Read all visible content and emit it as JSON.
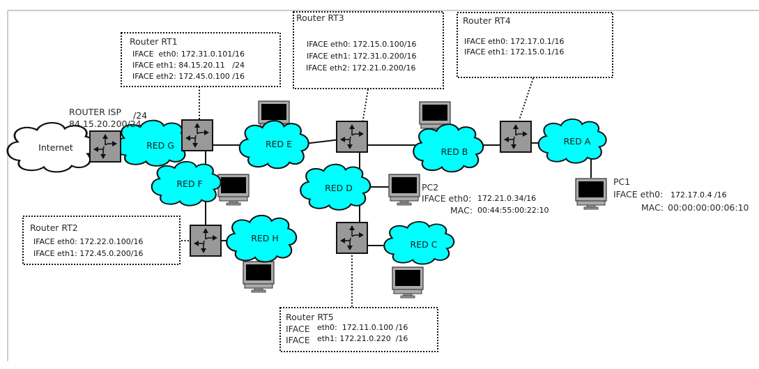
{
  "internet": {
    "label": "Internet"
  },
  "router_isp": {
    "title": "ROUTER ISP",
    "ip": "84.15.20.200/24",
    "mask_note": "/24"
  },
  "routers": [
    {
      "id": "rt1",
      "title": "Router RT1",
      "ifaces": [
        {
          "label": "IFACE  eth0: 172.31.0.101/16"
        },
        {
          "label": "IFACE eth1: 84.15.20.11   /24"
        },
        {
          "label": "IFACE eth2: 172.45.0.100 /16"
        }
      ]
    },
    {
      "id": "rt2",
      "title": "Router RT2",
      "ifaces": [
        {
          "label": "IFACE eth0: 172.22.0.100/16"
        },
        {
          "label": "IFACE eth1: 172.45.0.200/16"
        }
      ]
    },
    {
      "id": "rt3",
      "title": "Router RT3",
      "ifaces": [
        {
          "label": "IFACE eth0: 172.15.0.100/16"
        },
        {
          "label": "IFACE eth1: 172.31.0.200/16"
        },
        {
          "label": "IFACE eth2: 172.21.0.200/16"
        }
      ]
    },
    {
      "id": "rt4",
      "title": "Router RT4",
      "ifaces": [
        {
          "label": "IFACE eth0: 172.17.0.1/16"
        },
        {
          "label": "IFACE eth1: 172.15.0.1/16"
        }
      ]
    },
    {
      "id": "rt5",
      "title": "Router RT5",
      "ifaces": [
        {
          "prefix": "IFACE",
          "label": "eth0:  172.11.0.100 /16"
        },
        {
          "prefix": "IFACE",
          "label": "eth1: 172.21.0.220  /16"
        }
      ]
    }
  ],
  "networks": [
    {
      "id": "a",
      "label": "RED A"
    },
    {
      "id": "b",
      "label": "RED B"
    },
    {
      "id": "c",
      "label": "RED C"
    },
    {
      "id": "d",
      "label": "RED D"
    },
    {
      "id": "e",
      "label": "RED E"
    },
    {
      "id": "f",
      "label": "RED F"
    },
    {
      "id": "g",
      "label": "RED G"
    },
    {
      "id": "h",
      "label": "RED H"
    }
  ],
  "pcs": [
    {
      "id": "pc1",
      "name": "PC1",
      "iface_label": "IFACE eth0:",
      "ip": "172.17.0.4 /16",
      "mac_label": "MAC:",
      "mac": "00:00:00:00:06:10"
    },
    {
      "id": "pc2",
      "name": "PC2",
      "iface_label": "IFACE eth0:",
      "ip": "172.21.0.34/16",
      "mac_label": "MAC:",
      "mac": "00:44:55:00:22:10"
    }
  ],
  "colors": {
    "network_cloud": "#00ffff",
    "router": "#999999",
    "internet_cloud": "#ffffff",
    "frame": "#bbbbbb"
  }
}
